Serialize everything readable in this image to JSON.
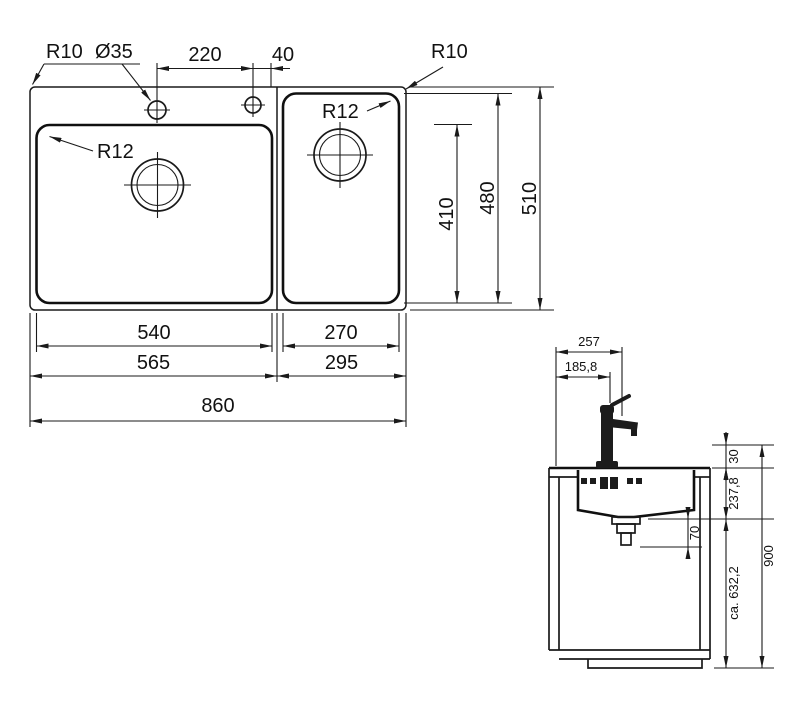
{
  "plan": {
    "r10_left": "R10",
    "dia35": "Ø35",
    "dim220": "220",
    "dim40": "40",
    "r10_right": "R10",
    "r12_left": "R12",
    "r12_right": "R12",
    "dim410": "410",
    "dim480": "480",
    "dim510": "510",
    "dim540": "540",
    "dim270": "270",
    "dim565": "565",
    "dim295": "295",
    "dim860": "860"
  },
  "section": {
    "dim257": "257",
    "dim185_8": "185,8",
    "dim30": "30",
    "dim237_8": "237,8",
    "dim70": "70",
    "dim632_2": "ca. 632,2",
    "dim900": "900"
  }
}
